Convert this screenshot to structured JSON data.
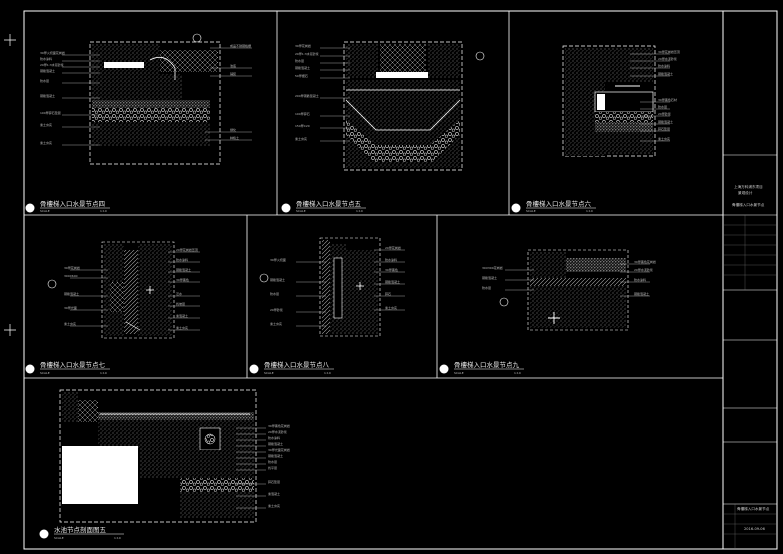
{
  "sheet": {
    "panels": [
      {
        "title": "骨樓梯入口水景节点四",
        "scale_label": "SCALE",
        "scale": "1:10"
      },
      {
        "title": "骨樓梯入口水景节点五",
        "scale_label": "SCALE",
        "scale": "1:10"
      },
      {
        "title": "骨樓梯入口水景节点六",
        "scale_label": "SCALE",
        "scale": "1:10"
      },
      {
        "title": "骨樓梯入口水景节点七",
        "scale_label": "SCALE",
        "scale": "1:10"
      },
      {
        "title": "骨樓梯入口水景节点八",
        "scale_label": "SCALE",
        "scale": "1:10"
      },
      {
        "title": "骨樓梯入口水景节点九",
        "scale_label": "SCALE",
        "scale": "1:10"
      },
      {
        "title": "水池节点剖面图五",
        "scale_label": "SCALE",
        "scale": "1:10"
      }
    ]
  },
  "title_block": {
    "company": "上海万科浦东项目",
    "company2": "景观设计",
    "project": "骨樓梯入口水景节点",
    "sheet_name": "骨樓梯入口水景节点",
    "date": "2016-09-06"
  },
  "colors": {
    "background": "#000000",
    "line": "#ffffff",
    "hatch": "#cfcfcf"
  }
}
